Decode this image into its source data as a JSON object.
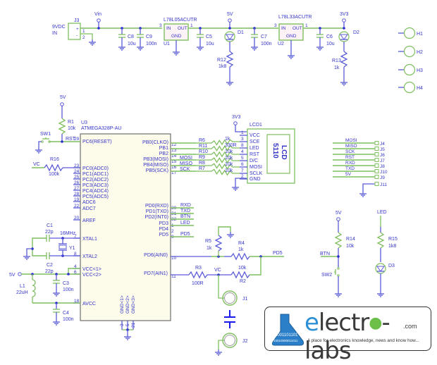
{
  "diagram": {
    "type": "circuit-schematic",
    "power_section": {
      "input_connector": {
        "ref": "J3",
        "label": "9VDC IN",
        "label_line1": "9VDC",
        "label_line2": "IN",
        "pin_plus": "+",
        "pin_minus": "-",
        "pin1": "1",
        "pin2": "2"
      },
      "net_vin": "Vin",
      "caps": [
        {
          "ref": "C8",
          "value": "10u"
        },
        {
          "ref": "C9",
          "value": "100n"
        },
        {
          "ref": "C5",
          "value": "10u"
        },
        {
          "ref": "C7",
          "value": "100n"
        },
        {
          "ref": "C6",
          "value": "10u"
        }
      ],
      "regulator1": {
        "ref": "U1",
        "part": "L78L05ACUTR",
        "in": "IN",
        "out": "OUT",
        "gnd": "GND",
        "pin_in": "3",
        "pin_out": "1"
      },
      "regulator2": {
        "ref": "U2",
        "part": "L78L33ACUTR",
        "in": "IN",
        "out": "OUT",
        "gnd": "GND",
        "pin_in": "3",
        "pin_out": "1"
      },
      "net_5v": "5V",
      "net_3v3": "3V3",
      "led1": {
        "ref": "D1",
        "resistor": "R12",
        "resistor_value": "1k8"
      },
      "led2": {
        "ref": "D2",
        "resistor": "R13",
        "resistor_value": "1k"
      }
    },
    "mounting_holes": [
      "H1",
      "H2",
      "H3",
      "H4"
    ],
    "mcu": {
      "ref": "U3",
      "part": "ATMEGA328P-AU",
      "reset": {
        "pin": "29",
        "name": "PC6(RESET)",
        "net": "RST",
        "pullup": "R1",
        "pullup_value": "10k",
        "switch": "SW1",
        "supply": "5V"
      },
      "left_pins": [
        {
          "pin": "23",
          "name": "PC0(ADC0)"
        },
        {
          "pin": "24",
          "name": "PC1(ADC1)"
        },
        {
          "pin": "25",
          "name": "PC2(ADC2)"
        },
        {
          "pin": "26",
          "name": "PC3(ADC3)"
        },
        {
          "pin": "27",
          "name": "PC4(ADC4)"
        },
        {
          "pin": "28",
          "name": "PC5(ADC5)"
        },
        {
          "pin": "19",
          "name": "ADC6"
        },
        {
          "pin": "22",
          "name": "ADC7"
        },
        {
          "pin": "20",
          "name": "AREF"
        },
        {
          "pin": "7",
          "name": "XTAL1"
        },
        {
          "pin": "8",
          "name": "XTAL2"
        },
        {
          "pin": "4",
          "name": "VCC<1>"
        },
        {
          "pin": "6",
          "name": "VCC<2>"
        },
        {
          "pin": "18",
          "name": "AVCC"
        }
      ],
      "right_pins_b": [
        {
          "pin": "12",
          "name": "PB0(CLKO)",
          "net": ""
        },
        {
          "pin": "13",
          "name": "PB1",
          "net": ""
        },
        {
          "pin": "14",
          "name": "PB2",
          "net": ""
        },
        {
          "pin": "15",
          "name": "PB3(MOSI)",
          "net": "MOSI"
        },
        {
          "pin": "16",
          "name": "PB4(MISO)",
          "net": "MISO"
        },
        {
          "pin": "17",
          "name": "PB5(SCK)",
          "net": "SCK"
        }
      ],
      "right_pins_d": [
        {
          "pin": "30",
          "name": "PD0(RXD)",
          "net": "RXD"
        },
        {
          "pin": "31",
          "name": "PD1(TXD)",
          "net": "TXD"
        },
        {
          "pin": "32",
          "name": "PD2(INT0)",
          "net": "BTN"
        },
        {
          "pin": "1",
          "name": "PD3",
          "net": "LED"
        },
        {
          "pin": "2",
          "name": "PD4",
          "net": ""
        },
        {
          "pin": "9",
          "name": "PD5",
          "net": "PD5"
        }
      ],
      "pd6": {
        "pin": "10",
        "name": "PD6(AIN0)"
      },
      "pd7": {
        "pin": "11",
        "name": "PD7(AIN1)"
      },
      "gnd_pins": [
        {
          "pin": "3",
          "name": "GND<1>"
        },
        {
          "pin": "5",
          "name": "GND<2>"
        },
        {
          "pin": "21",
          "name": "GND<3>"
        }
      ]
    },
    "analog_in": {
      "net": "VC",
      "resistor": "R16",
      "value": "100k"
    },
    "crystal": {
      "ref": "Y1",
      "freq": "16MHz",
      "c1": "C1",
      "c1_value": "22p",
      "c2": "C2",
      "c2_value": "22p"
    },
    "avcc_filter": {
      "supply": "5V",
      "inductor": "L1",
      "inductor_value": "22uH",
      "c3": "C3",
      "c3_value": "100n",
      "c4": "C4",
      "c4_value": "100n"
    },
    "lcd": {
      "ref": "LCD1",
      "title_line1": "5110",
      "title_line2": "LCD",
      "supply": "3V3",
      "pins": [
        {
          "pin": "1",
          "name": "VCC"
        },
        {
          "pin": "3",
          "name": "SCE"
        },
        {
          "pin": "8",
          "name": "LED"
        },
        {
          "pin": "4",
          "name": "RST"
        },
        {
          "pin": "5",
          "name": "D/C"
        },
        {
          "pin": "6",
          "name": "MOSI"
        },
        {
          "pin": "7",
          "name": "SCLK"
        },
        {
          "pin": "2",
          "name": "GND"
        }
      ],
      "series_resistors": [
        {
          "ref": "R6",
          "value": "1k"
        },
        {
          "ref": "R11",
          "value": "330R"
        },
        {
          "ref": "R10",
          "value": "10k"
        },
        {
          "ref": "R9",
          "value": "10k"
        },
        {
          "ref": "R8",
          "value": "10k"
        },
        {
          "ref": "R7",
          "value": "10k"
        }
      ]
    },
    "header": [
      {
        "net": "MOSI",
        "ref": "J4"
      },
      {
        "net": "MISO",
        "ref": "J5"
      },
      {
        "net": "SCK",
        "ref": "J6"
      },
      {
        "net": "RST",
        "ref": "J7"
      },
      {
        "net": "RXD",
        "ref": "J8"
      },
      {
        "net": "TXD",
        "ref": "J10"
      },
      {
        "net": "5V",
        "ref": "J9"
      },
      {
        "net": "",
        "ref": "J11"
      }
    ],
    "comparator": {
      "r5": "R5",
      "r5_value": "1k",
      "r4": "R4",
      "r4_value": "1k",
      "r3": "R3",
      "r3_value": "100R",
      "r2": "R2",
      "r2_value": "10k",
      "net_vc": "VC",
      "net_pd5": "PD5",
      "probe1": "J1",
      "probe2": "J2"
    },
    "button": {
      "supply": "5V",
      "resistor": "R14",
      "value": "10k",
      "net": "BTN",
      "switch": "SW2"
    },
    "led": {
      "net": "LED",
      "resistor": "R15",
      "value": "1k8",
      "ref": "D3"
    }
  },
  "logo": {
    "word_e": "e",
    "word_rest": "lectr",
    "word_o": "●",
    "word_tail": "-labs",
    "domain": ".com",
    "binary1": "1001101101",
    "binary2": "10010000011011",
    "tagline": "A place for electronics knowledge, news and know how..."
  }
}
